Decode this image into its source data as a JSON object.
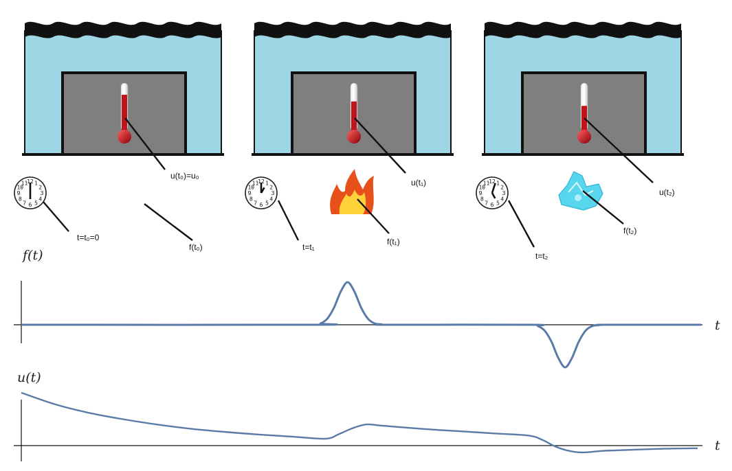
{
  "scenes": [
    {
      "temp_label": "u(t₀)=u₀",
      "time_label": "t=t₀=0",
      "source_label": "f(t₀)",
      "source_icon": "none",
      "thermo_level": 0.8,
      "clock_hour": 6,
      "clock_minute": 0
    },
    {
      "temp_label": "u(t₁)",
      "time_label": "t=t₁",
      "source_label": "f(t₁)",
      "source_icon": "flame-icon",
      "thermo_level": 0.65,
      "clock_hour": 1,
      "clock_minute": 0
    },
    {
      "temp_label": "u(t₂)",
      "time_label": "t=t₂",
      "source_label": "f(t₂)",
      "source_icon": "ice-icon",
      "thermo_level": 0.55,
      "clock_hour": 5,
      "clock_minute": 3
    }
  ],
  "colors": {
    "water": "#9ed6e6",
    "waves": "#111111",
    "chamber": "#7f7f7f",
    "mercury": "#c0141c",
    "curve": "#5a7aa8",
    "flame_outer": "#e8501a",
    "flame_inner": "#ffd23a",
    "ice": "#58d6ee"
  },
  "chart_data": [
    {
      "type": "line",
      "ylabel": "f(t)",
      "xlabel": "t",
      "xlim": [
        0,
        10
      ],
      "ylim": [
        -1,
        1
      ],
      "grid": false,
      "series": [
        {
          "x": [
            0,
            4.3,
            4.4,
            4.5,
            4.6,
            4.7,
            4.8,
            4.9,
            5.0,
            5.1,
            5.2,
            5.3,
            5.4,
            7.5,
            7.6,
            7.7,
            7.8,
            7.9,
            8.0,
            8.1,
            8.2,
            8.3,
            8.4,
            8.5,
            8.6,
            10
          ],
          "y": [
            0,
            0,
            0.03,
            0.14,
            0.4,
            0.78,
            1.0,
            0.78,
            0.4,
            0.14,
            0.03,
            0.01,
            0,
            0,
            -0.03,
            -0.14,
            -0.4,
            -0.78,
            -1.0,
            -0.78,
            -0.4,
            -0.14,
            -0.03,
            -0.01,
            0,
            0
          ]
        }
      ]
    },
    {
      "type": "line",
      "ylabel": "u(t)",
      "xlabel": "t",
      "xlim": [
        0,
        10
      ],
      "ylim": [
        -0.3,
        1.2
      ],
      "grid": false,
      "series": [
        {
          "x": [
            0,
            0.5,
            1,
            1.5,
            2,
            2.5,
            3,
            3.5,
            4,
            4.5,
            4.7,
            4.9,
            5.1,
            5.3,
            5.5,
            6,
            6.5,
            7,
            7.5,
            7.7,
            7.9,
            8.1,
            8.3,
            8.6,
            9,
            9.5,
            10
          ],
          "y": [
            1.0,
            0.78,
            0.62,
            0.5,
            0.4,
            0.32,
            0.26,
            0.21,
            0.17,
            0.13,
            0.22,
            0.33,
            0.4,
            0.38,
            0.36,
            0.31,
            0.27,
            0.23,
            0.19,
            0.11,
            -0.02,
            -0.1,
            -0.13,
            -0.1,
            -0.08,
            -0.06,
            -0.05
          ]
        }
      ]
    }
  ]
}
